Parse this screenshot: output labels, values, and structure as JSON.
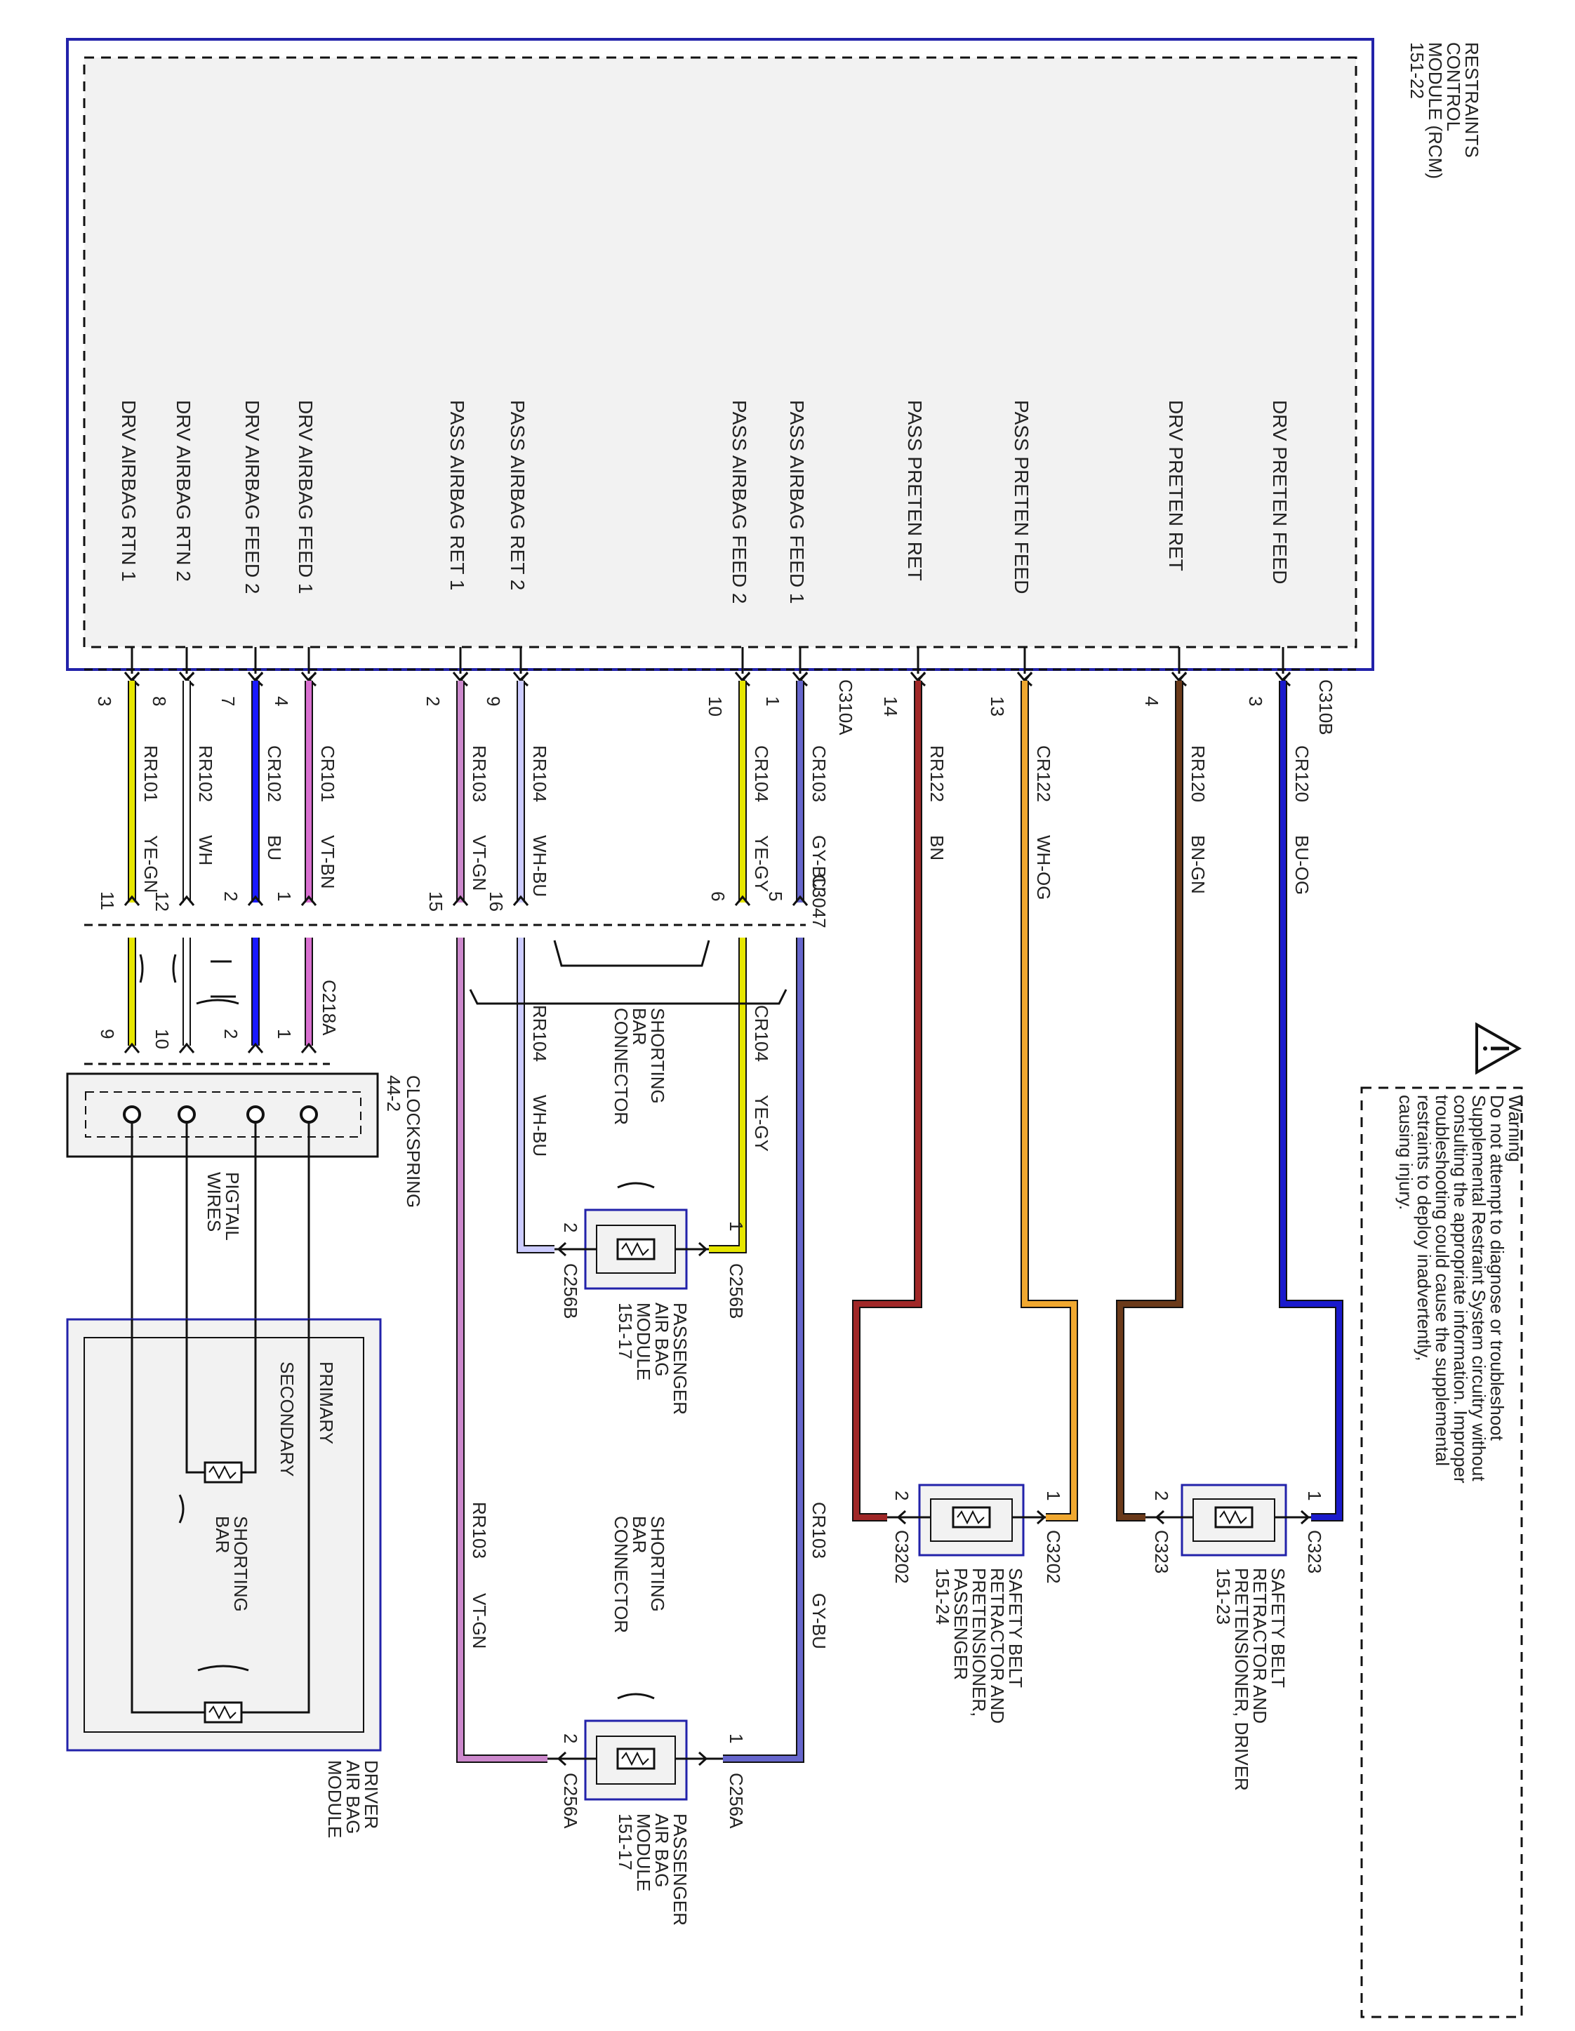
{
  "rcm": {
    "name_lines": [
      "RESTRAINTS",
      "CONTROL",
      "MODULE (RCM)",
      "151-22"
    ],
    "pin_labels": [
      "DRV AIRBAG RTN 1",
      "DRV AIRBAG RTN 2",
      "DRV AIRBAG FEED 2",
      "DRV AIRBAG FEED 1",
      "PASS AIRBAG RET 1",
      "PASS AIRBAG RET 2",
      "PASS AIRBAG FEED 2",
      "PASS AIRBAG FEED 1",
      "PASS PRETEN RET",
      "PASS PRETEN FEED",
      "DRV PRETEN RET",
      "DRV PRETEN FEED"
    ],
    "connector_a": "C310A",
    "connector_b": "C310B"
  },
  "circuits": [
    {
      "pin": "3",
      "circuit": "RR101",
      "color_code": "YE-GN",
      "pin2": "11",
      "pin3": "9",
      "wire_color": "#e6e600"
    },
    {
      "pin": "8",
      "circuit": "RR102",
      "color_code": "WH",
      "pin2": "12",
      "pin3": "10",
      "wire_color": "#ffffff"
    },
    {
      "pin": "7",
      "circuit": "CR102",
      "color_code": "BU",
      "pin2": "2",
      "pin3": "2",
      "wire_color": "#1a1aff"
    },
    {
      "pin": "4",
      "circuit": "CR101",
      "color_code": "VT-BN",
      "pin2": "1",
      "pin3": "1",
      "wire_color": "#d96fd0"
    },
    {
      "pin": "2",
      "circuit": "RR103",
      "color_code": "VT-GN",
      "pin2": "15",
      "wire_color": "#cc88cc"
    },
    {
      "pin": "9",
      "circuit": "RR104",
      "color_code": "WH-BU",
      "pin2": "16",
      "wire_color": "#ccccff"
    },
    {
      "pin": "10",
      "circuit": "CR104",
      "color_code": "YE-GY",
      "pin2": "6",
      "wire_color": "#e6e600"
    },
    {
      "pin": "1",
      "circuit": "CR103",
      "color_code": "GY-BU",
      "pin2": "5",
      "wire_color": "#6666cc"
    },
    {
      "pin": "14",
      "circuit": "RR122",
      "color_code": "BN",
      "wire_color": "#a02828"
    },
    {
      "pin": "13",
      "circuit": "CR122",
      "color_code": "WH-OG",
      "wire_color": "#f0a830"
    },
    {
      "pin": "4",
      "circuit": "RR120",
      "color_code": "BN-GN",
      "wire_color": "#6b3a1a"
    },
    {
      "pin": "3",
      "circuit": "CR120",
      "color_code": "BU-OG",
      "wire_color": "#1a1acc"
    }
  ],
  "inline_connector": "C3047",
  "clockspring_connector": "C218A",
  "clockspring": {
    "lines": [
      "CLOCKSPRING",
      "44-2"
    ]
  },
  "pigtail": {
    "lines": [
      "PIGTAIL",
      "WIRES"
    ]
  },
  "driver_airbag": {
    "lines": [
      "DRIVER",
      "AIR BAG",
      "MODULE"
    ],
    "primary": "PRIMARY",
    "secondary": "SECONDARY",
    "shorting_bar_lines": [
      "SHORTING",
      "BAR"
    ]
  },
  "shorting_bar_connector": {
    "lines": [
      "SHORTING",
      "BAR",
      "CONNECTOR"
    ]
  },
  "pass_airbag_b": {
    "lines": [
      "PASSENGER",
      "AIR BAG",
      "MODULE",
      "151-17"
    ],
    "connector": "C256B",
    "pin_left": "1",
    "pin_right": "2",
    "lower_circuit": "CR104",
    "lower_color": "YE-GY",
    "upper_circuit": "RR104",
    "upper_color": "WH-BU"
  },
  "pass_airbag_a": {
    "lines": [
      "PASSENGER",
      "AIR BAG",
      "MODULE",
      "151-17"
    ],
    "connector": "C256A",
    "pin_left": "1",
    "pin_right": "2",
    "lower_circuit": "CR103",
    "lower_color": "GY-BU",
    "upper_circuit": "RR103",
    "upper_color": "VT-GN"
  },
  "belt_pass": {
    "lines": [
      "SAFETY BELT",
      "RETRACTOR AND",
      "PRETENSIONER,",
      "PASSENGER",
      "151-24"
    ],
    "connector": "C3202",
    "pin_left": "1",
    "pin_right": "2"
  },
  "belt_drv": {
    "lines": [
      "SAFETY BELT",
      "RETRACTOR AND",
      "PRETENSIONER, DRIVER",
      "151-23"
    ],
    "connector": "C323",
    "pin_left": "1",
    "pin_right": "2"
  },
  "warning": {
    "lines": [
      "Warning",
      "Do not attempt to diagnose or troubleshoot",
      "Supplemental Restraint System circuitry without",
      "consulting the appropriate information. Improper",
      "troubleshooting could cause the supplemental",
      "restraints to deploy inadvertently,",
      "causing injury."
    ]
  }
}
